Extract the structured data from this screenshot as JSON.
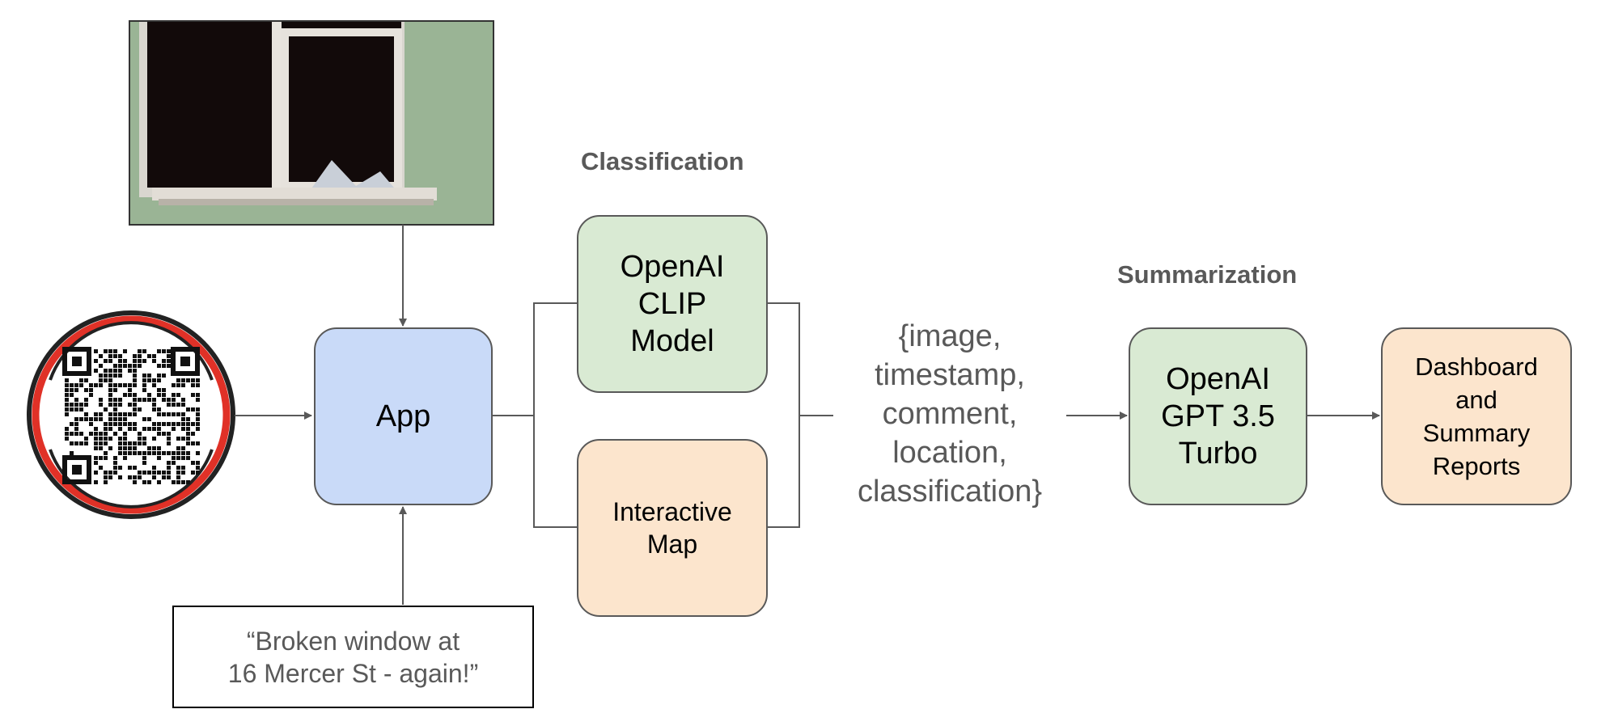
{
  "diagram": {
    "labels": {
      "classification": "Classification",
      "summarization": "Summarization"
    },
    "nodes": {
      "app": "App",
      "clip": "OpenAI\nCLIP\nModel",
      "map": "Interactive\nMap",
      "gpt": "OpenAI\nGPT 3.5\nTurbo",
      "dashboard": "Dashboard\nand\nSummary\nReports"
    },
    "data_object": "{image,\ntimestamp,\ncomment,\nlocation,\nclassification}",
    "comment_quote": "“Broken window at\n16 Mercer St - again!”",
    "photo_subject": "broken-window-photo",
    "qr_icon": "qr-code-icon"
  },
  "colors": {
    "app_fill": "#c9daf8",
    "green_fill": "#d9ead3",
    "orange_fill": "#fce5cd",
    "stroke": "#595959",
    "qr_ring": "#e03127",
    "text_gray": "#595959"
  }
}
